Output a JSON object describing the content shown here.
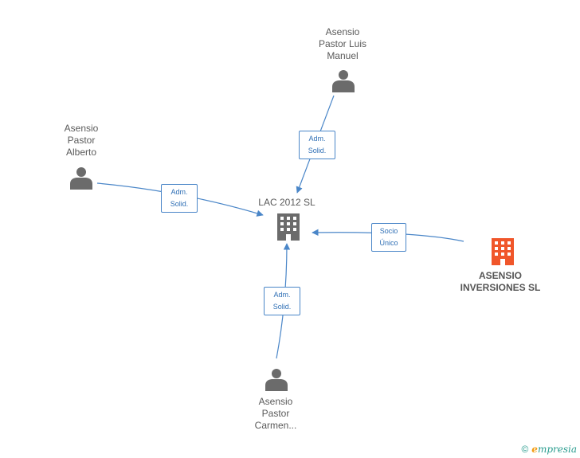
{
  "nodes": {
    "center": {
      "label": "LAC 2012 SL",
      "type": "company"
    },
    "luis": {
      "label": "Asensio\nPastor Luis\nManuel",
      "type": "person"
    },
    "alberto": {
      "label": "Asensio\nPastor\nAlberto",
      "type": "person"
    },
    "inversiones": {
      "label": "ASENSIO\nINVERSIONES SL",
      "type": "company"
    },
    "carmen": {
      "label": "Asensio\nPastor\nCarmen...",
      "type": "person"
    }
  },
  "edges": {
    "luis": "Adm.\nSolid.",
    "alberto": "Adm.\nSolid.",
    "inversiones": "Socio\nÚnico",
    "carmen": "Adm.\nSolid."
  },
  "colors": {
    "edge": "#4a86c8",
    "person_icon": "#6b6b6b",
    "company_icon": "#6b6b6b",
    "focus_company_icon": "#f0562a"
  },
  "footer": {
    "copyright": "©",
    "brand_initial": "e",
    "brand_rest": "mpresia"
  }
}
